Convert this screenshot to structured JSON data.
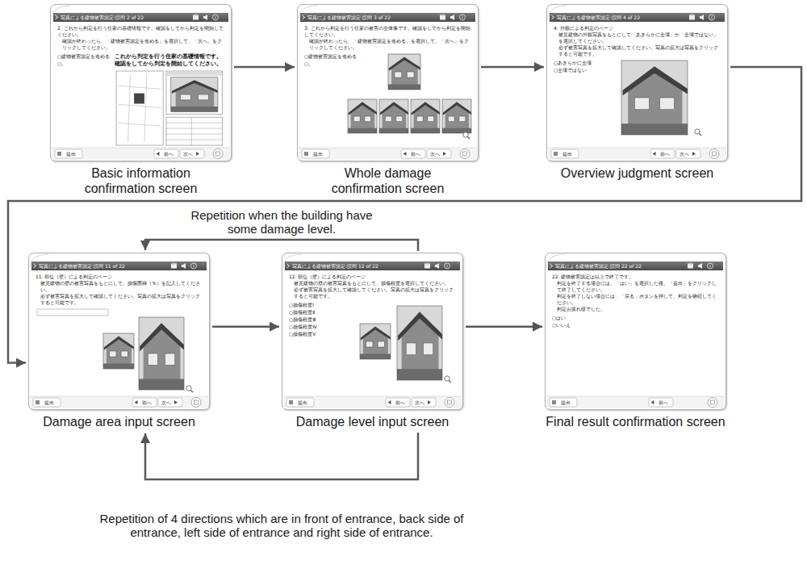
{
  "diagram": {
    "nodes": [
      {
        "text": [
          "写真による建物被害認定:設問 2 of 22",
          "2. これから判定を行う住家の基礎情報です。確認をしてから判定を開始してください。",
          "確認が終わったら、「建物被害認定を進める」を選択して、「次へ」をクリックしてください。",
          "○建物被害認定を進める",
          "○。",
          "これから判定を行う住家の基礎情報です。確認をしてから判定を開始してください。",
          "提出",
          "前へ",
          "次へ",
          "Basic information confirmation screen"
        ]
      },
      {
        "text": [
          "写真による建物被害認定:設問 3 of 22",
          "3. これから判定を行う住家の被害の全体像です。確認をしてから判定を開始してください。",
          "確認が終わったら、「建物被害認定を進める」を選択して、「次へ」をクリックしてください。",
          "○建物被害認定を進める",
          "○。",
          "提出",
          "前へ",
          "次へ",
          "Whole damage confirmation screen"
        ]
      },
      {
        "text": [
          "写真による建物被害認定:設問 4 of 22",
          "4. 外観による判定のページ",
          "被災建物の外観写真をもとにして「あきらかに全壊」か「全壊ではない」を選択してください。",
          "必ず被害写真を拡大して確認してください。写真の拡大は写真をクリックすると可能です。",
          "○あきらかに全壊",
          "○全壊ではない",
          "提出",
          "前へ",
          "次へ",
          "Overview judgment screen"
        ]
      },
      {
        "text": [
          "写真による建物被害認定:設問 11 of 22",
          "11. 部位（壁）による判定のページ",
          "被災建物の壁の被害写真をもとにして、損傷面積（％）を記入してください。",
          "必ず被害写真を拡大して確認してください。写真の拡大は写真をクリックすると可能です。",
          "提出",
          "前へ",
          "次へ",
          "Damage area input screen"
        ]
      },
      {
        "text": [
          "写真による建物被害認定:設問 12 of 22",
          "12. 部位（壁）による判定のページ",
          "被災建物の壁の被害写真をもとにして、損傷程度を選択してください。",
          "必ず被害写真を拡大して確認してください。写真の拡大は写真をクリックすると可能です。",
          "○損傷程度Ⅰ",
          "○損傷程度Ⅱ",
          "○損傷程度Ⅲ",
          "○損傷程度Ⅳ",
          "○損傷程度Ⅴ",
          "提出",
          "前へ",
          "次へ",
          "Damage level input screen"
        ]
      },
      {
        "text": [
          "写真による建物被害認定:設問 22 of 22",
          "22. 建物被害認定は以上で終了です。",
          "判定を終了する場合には、「はい」を選択した後、「提出」をクリックして終了してください。",
          "判定を終了しない場合には、「戻る」ボタンを押して、判定を継続してください。",
          "判定お疲れ様でした。",
          "○はい",
          "○いいえ",
          "提出",
          "前へ",
          "Final result confirmation screen"
        ]
      }
    ],
    "edges": [
      {
        "from": 0,
        "to": 1,
        "arrow": "to"
      },
      {
        "from": 1,
        "to": 2,
        "arrow": "to"
      },
      {
        "from": 2,
        "to": 3,
        "arrow": "to"
      },
      {
        "from": 3,
        "to": 4,
        "arrow": "to"
      },
      {
        "from": 4,
        "to": 3,
        "arrow": "to",
        "label": "Repetition when the building have some damage level."
      },
      {
        "from": 4,
        "to": 3,
        "arrow": "to",
        "label": "Repetition of 4 directions which are in front of entrance, back side of entrance, left side of entrance and right side of entrance."
      },
      {
        "from": 4,
        "to": 5,
        "arrow": "to"
      }
    ]
  }
}
